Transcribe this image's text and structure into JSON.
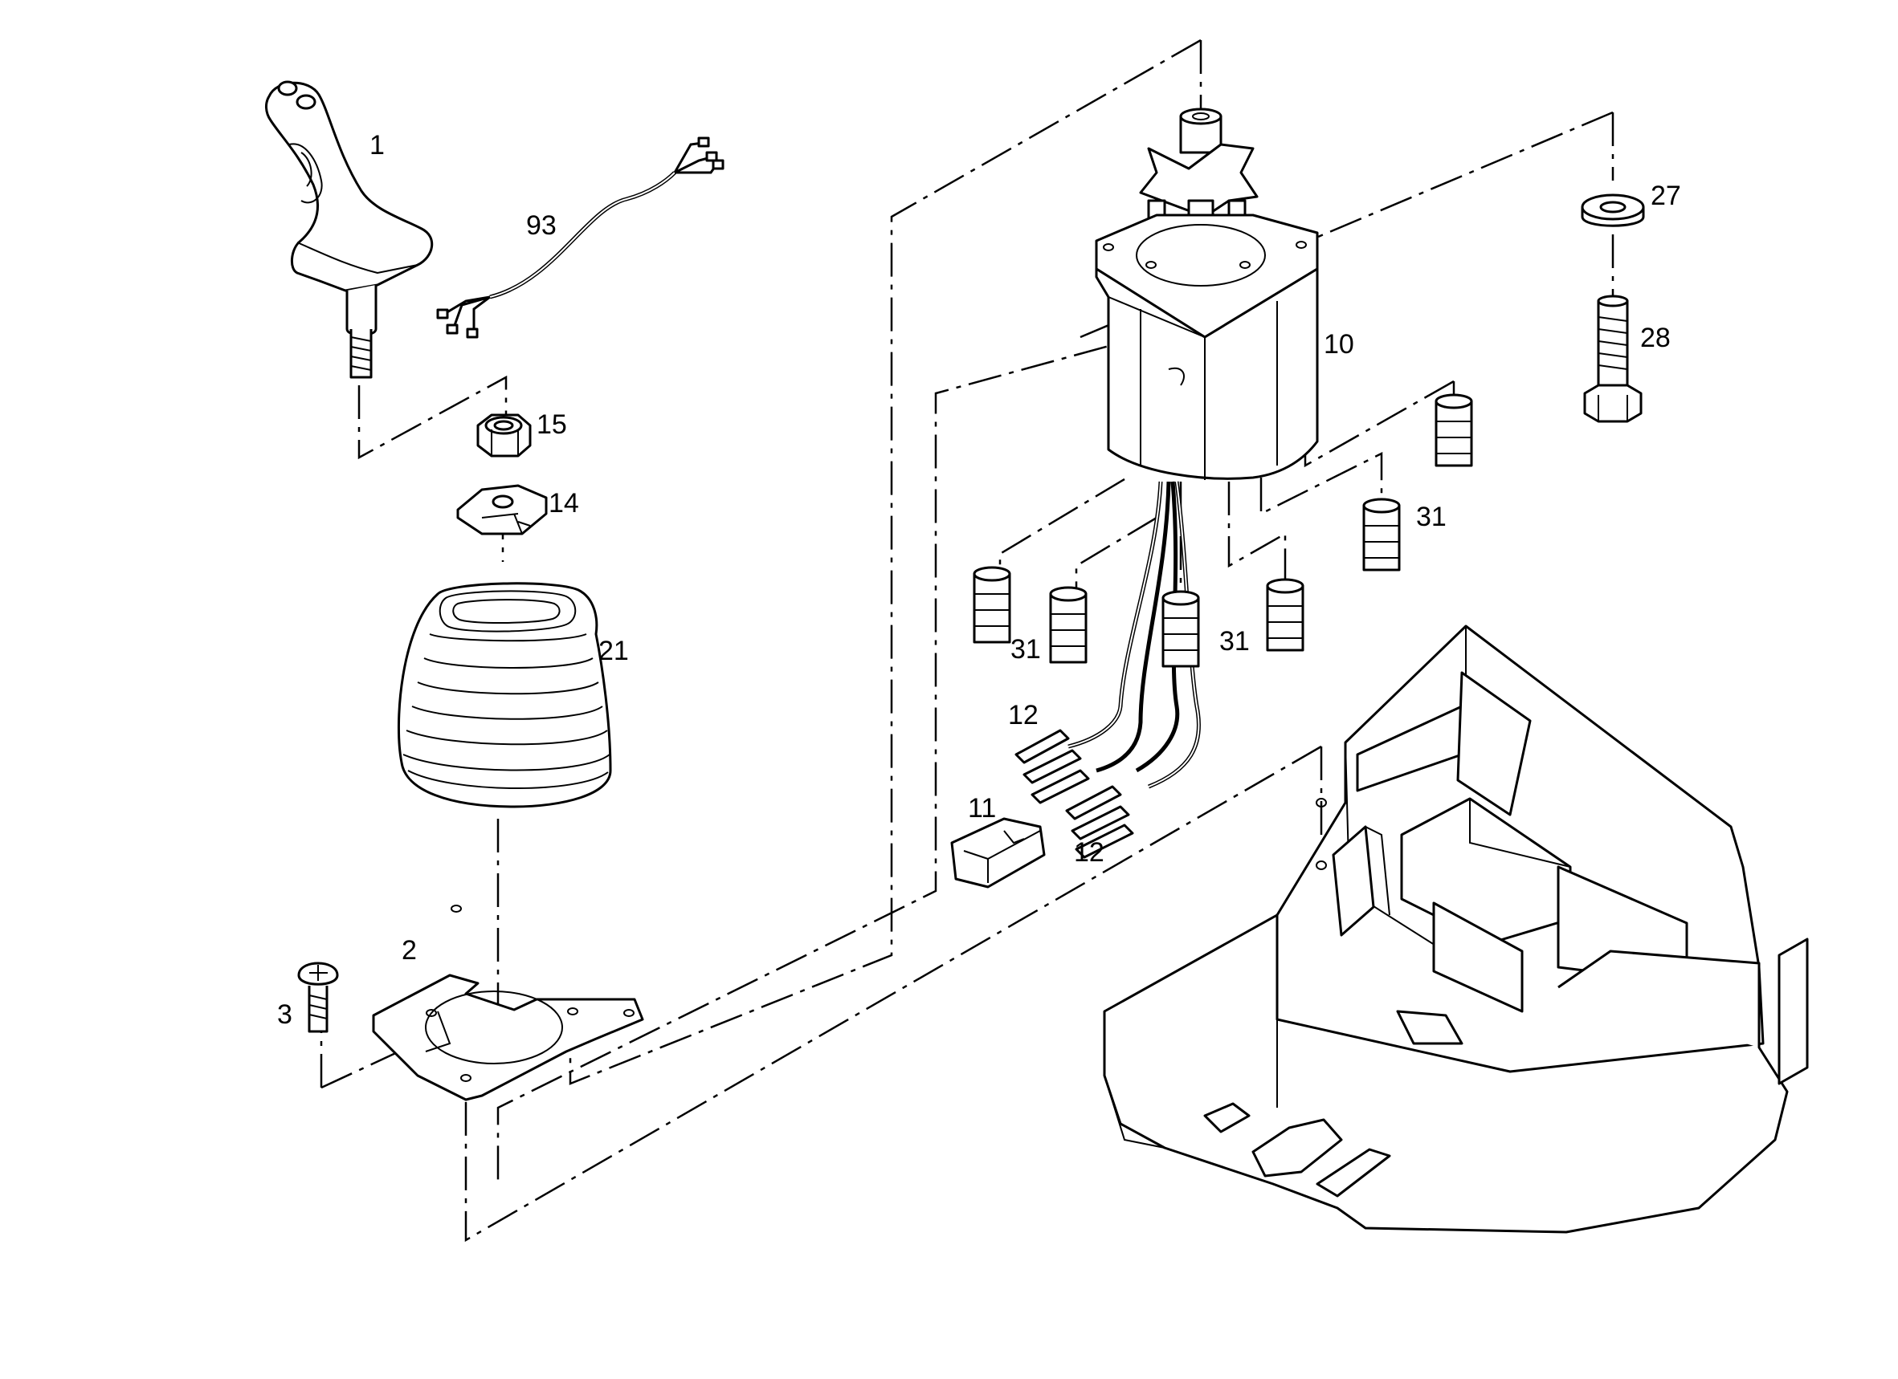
{
  "colors": {
    "line": "#000000",
    "background": "#ffffff"
  },
  "callouts": {
    "joystick": "1",
    "plate": "2",
    "screw": "3",
    "control_valve": "10",
    "connector": "11",
    "pins_upper": "12",
    "pins_lower": "12",
    "clip": "14",
    "nut": "15",
    "boot": "21",
    "washer": "27",
    "bolt": "28",
    "fitting_right": "31",
    "fitting_left": "31",
    "fitting_mid": "31",
    "cable": "93"
  }
}
